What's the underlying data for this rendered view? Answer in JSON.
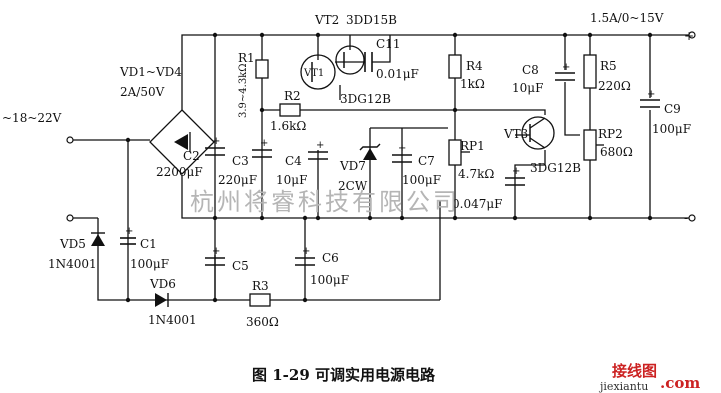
{
  "input_label": "~18~22V",
  "output_label": "1.5A/0~15V",
  "out_plus": "+",
  "out_minus": "-",
  "bridge": {
    "name": "VD1~VD4",
    "rating": "2A/50V"
  },
  "components": {
    "VT2": {
      "name": "VT2",
      "type": "3DD15B"
    },
    "VT1": {
      "name": "VT1",
      "type": "3DG12B"
    },
    "VT3": {
      "name": "VT3",
      "type": "3DG12B"
    },
    "R1": {
      "name": "R1",
      "value": "3.9~4.3kΩ"
    },
    "R2": {
      "name": "R2",
      "value": "1.6kΩ"
    },
    "R3": {
      "name": "R3",
      "value": "360Ω"
    },
    "R4": {
      "name": "R4",
      "value": "1kΩ"
    },
    "R5": {
      "name": "R5",
      "value": "220Ω"
    },
    "RP1": {
      "name": "RP1",
      "value": "4.7kΩ"
    },
    "RP2": {
      "name": "RP2",
      "value": "680Ω"
    },
    "C1": {
      "name": "C1",
      "value": "100μF"
    },
    "C2": {
      "name": "C2",
      "value": "2200μF"
    },
    "C3": {
      "name": "C3",
      "value": "220μF"
    },
    "C4": {
      "name": "C4",
      "value": "10μF"
    },
    "C5": {
      "name": "C5"
    },
    "C6": {
      "name": "C6",
      "value": "100μF"
    },
    "C7": {
      "name": "C7",
      "value": "100μF"
    },
    "C8": {
      "name": "C8",
      "value": "10μF"
    },
    "C9": {
      "name": "C9",
      "value": "100μF"
    },
    "C10": {
      "value": "0.047μF"
    },
    "C11": {
      "name": "C11",
      "value": "0.01μF"
    },
    "VD5": {
      "name": "VD5",
      "type": "1N4001"
    },
    "VD6": {
      "name": "VD6",
      "type": "1N4001"
    },
    "VD7": {
      "name": "VD7",
      "type": "2CW"
    }
  },
  "plus_mark": "+",
  "watermark": "杭州将睿科技有限公司",
  "caption": "图 1-29   可调实用电源电路",
  "logo": {
    "cn": "接线图",
    "domain": "jiexiantu",
    "com": ".com"
  }
}
